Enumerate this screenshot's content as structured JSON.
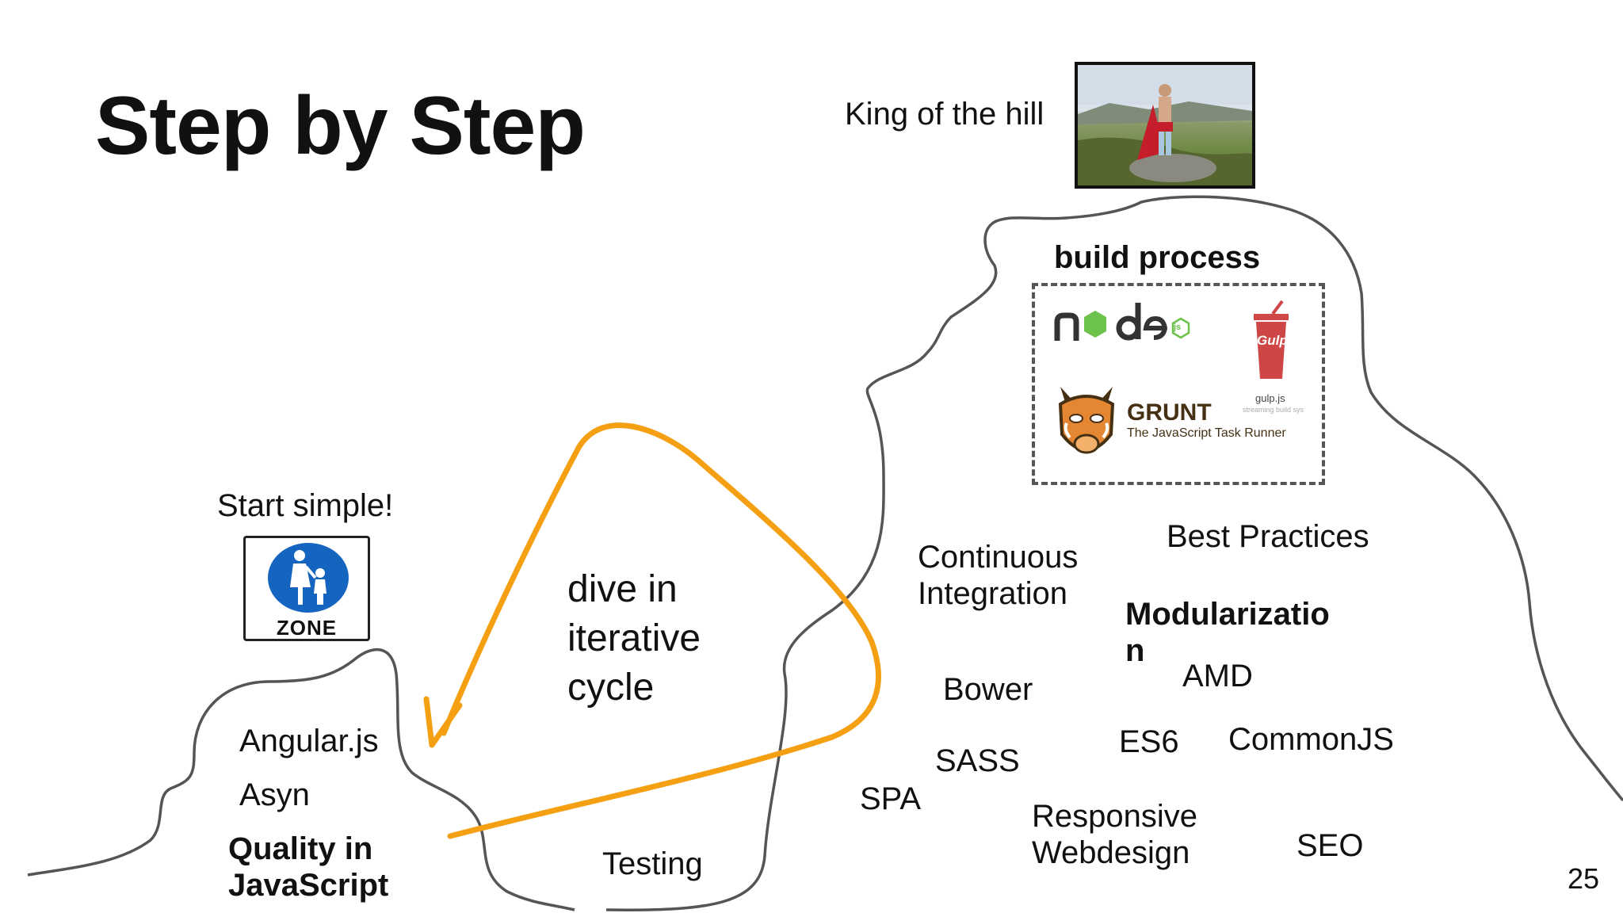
{
  "slide": {
    "title": "Step by Step",
    "page_number": "25"
  },
  "summit": {
    "caption": "King of the hill",
    "build_heading": "build process",
    "tools": {
      "node": "node",
      "node_badge": "js",
      "gulp_logo": "Gulp",
      "gulp_name": "gulp.js",
      "gulp_tagline": "streaming build sys",
      "grunt_name": "GRUNT",
      "grunt_tagline": "The JavaScript Task Runner"
    }
  },
  "start": {
    "caption": "Start simple!",
    "zone_text": "ZONE"
  },
  "cycle": {
    "text": "dive in iterative cycle"
  },
  "topics": {
    "angular": "Angular.js",
    "asyn": "Asyn",
    "quality": "Quality in JavaScript",
    "testing": "Testing",
    "continuous": "Continuous Integration",
    "best_practices": "Best Practices",
    "modularization": "Modularizatio n",
    "amd": "AMD",
    "bower": "Bower",
    "sass": "SASS",
    "es6": "ES6",
    "commonjs": "CommonJS",
    "spa": "SPA",
    "responsive": "Responsive Webdesign",
    "seo": "SEO"
  },
  "colors": {
    "arrow": "#f5a013",
    "hill_line": "#555555",
    "zone_blue": "#1565c0",
    "node_green": "#6cc24a",
    "node_dark": "#333333",
    "gulp_red": "#cf4647",
    "grunt_orange": "#e48632",
    "grunt_brown": "#463014"
  },
  "icons": [
    "king-photo",
    "node-logo",
    "gulp-logo",
    "grunt-logo",
    "pedestrian-zone-sign",
    "cycle-arrow"
  ]
}
